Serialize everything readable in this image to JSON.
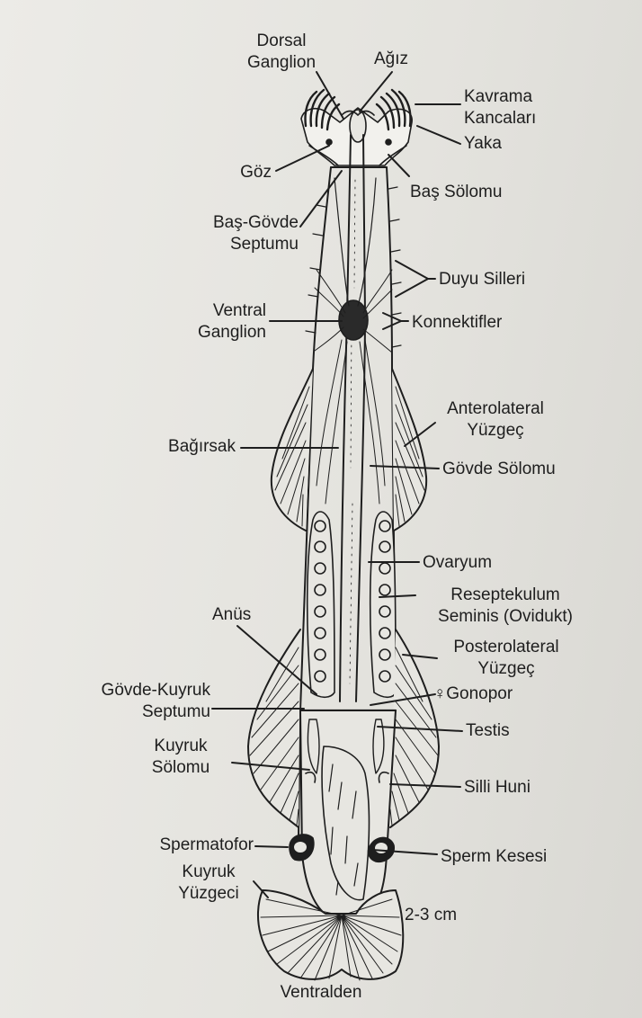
{
  "labels": {
    "dorsal_ganglion": [
      "Dorsal",
      "Ganglion"
    ],
    "mouth": "Ağız",
    "grasping_hooks": [
      "Kavrama",
      "Kancaları"
    ],
    "collar": "Yaka",
    "eye": "Göz",
    "head_coelom": "Baş Sölomu",
    "head_trunk_septum": [
      "Baş-Gövde",
      "Septumu"
    ],
    "sensory_cilia": "Duyu Silleri",
    "ventral_ganglion": [
      "Ventral",
      "Ganglion"
    ],
    "connectives": "Konnektifler",
    "anterolateral_fin": [
      "Anterolateral",
      "Yüzgeç"
    ],
    "intestine": "Bağırsak",
    "trunk_coelom": "Gövde Sölomu",
    "ovary": "Ovaryum",
    "seminal_receptacle": [
      "Reseptekulum",
      "Seminis (Ovidukt)"
    ],
    "anus": "Anüs",
    "posterolateral_fin": [
      "Posterolateral",
      "Yüzgeç"
    ],
    "trunk_tail_septum": [
      "Gövde-Kuyruk",
      "Septumu"
    ],
    "gonopore": "♀Gonopor",
    "testis": "Testis",
    "tail_coelom": [
      "Kuyruk",
      "Sölomu"
    ],
    "ciliated_funnel": "Silli Huni",
    "spermatophore": "Spermatofor",
    "sperm_sac": "Sperm Kesesi",
    "tail_fin": [
      "Kuyruk",
      "Yüzgeci"
    ],
    "scale": "2-3 cm",
    "view": "Ventralden"
  },
  "colors": {
    "ink": "#1e1e1e",
    "paper": "#e7e6e1"
  }
}
